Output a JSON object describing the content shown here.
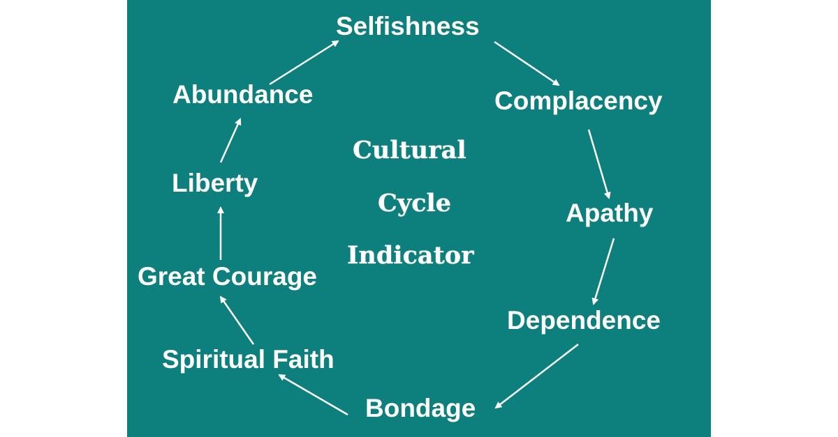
{
  "diagram": {
    "background_color": "#0d7f7c",
    "text_color": "#ffffff",
    "center_title": [
      "Cultural",
      "Cycle",
      "Indicator"
    ],
    "stages": [
      "Selfishness",
      "Complacency",
      "Apathy",
      "Dependence",
      "Bondage",
      "Spiritual Faith",
      "Great Courage",
      "Liberty",
      "Abundance"
    ]
  }
}
